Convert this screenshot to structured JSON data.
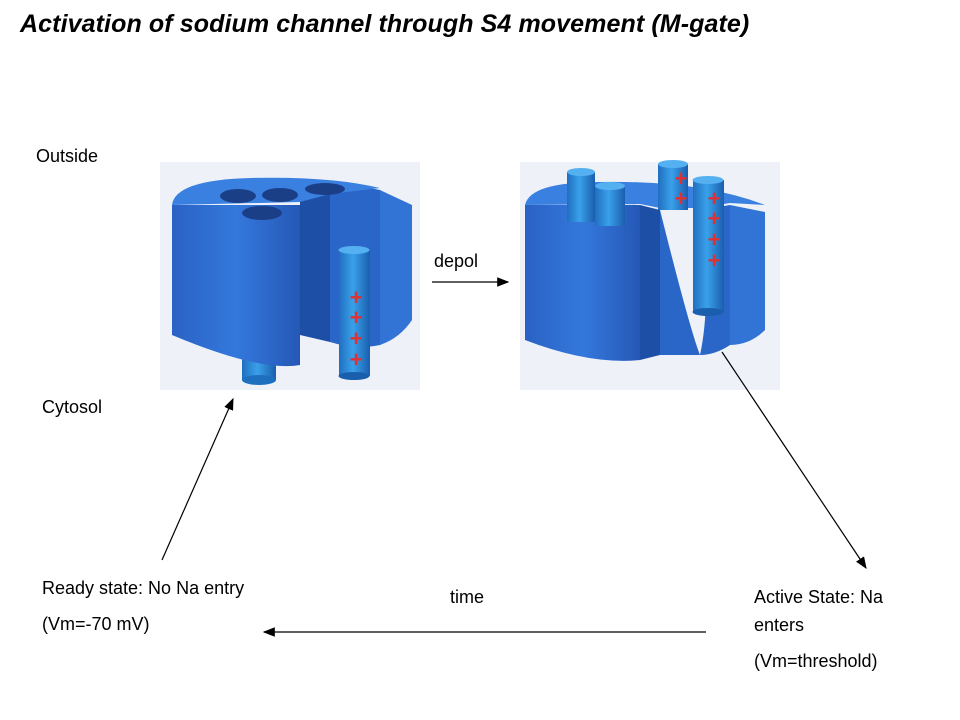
{
  "title": "Activation of sodium channel through S4 movement (M-gate)",
  "labels": {
    "outside": "Outside",
    "cytosol": "Cytosol",
    "depol": "depol",
    "time": "time",
    "ready_state": "Ready state: No Na entry",
    "ready_vm": "(Vm=-70 mV)",
    "active_state_1": "Active State: Na",
    "active_state_2": "enters",
    "active_vm": "(Vm=threshold)",
    "plus": "+"
  },
  "colors": {
    "channel_face": "#2f6fd2",
    "channel_dark": "#1e4fa6",
    "channel_top": "#3a80e0",
    "rod": "#2a8ad8",
    "plus": "#e03030",
    "background_tint": "#eef2f8"
  }
}
